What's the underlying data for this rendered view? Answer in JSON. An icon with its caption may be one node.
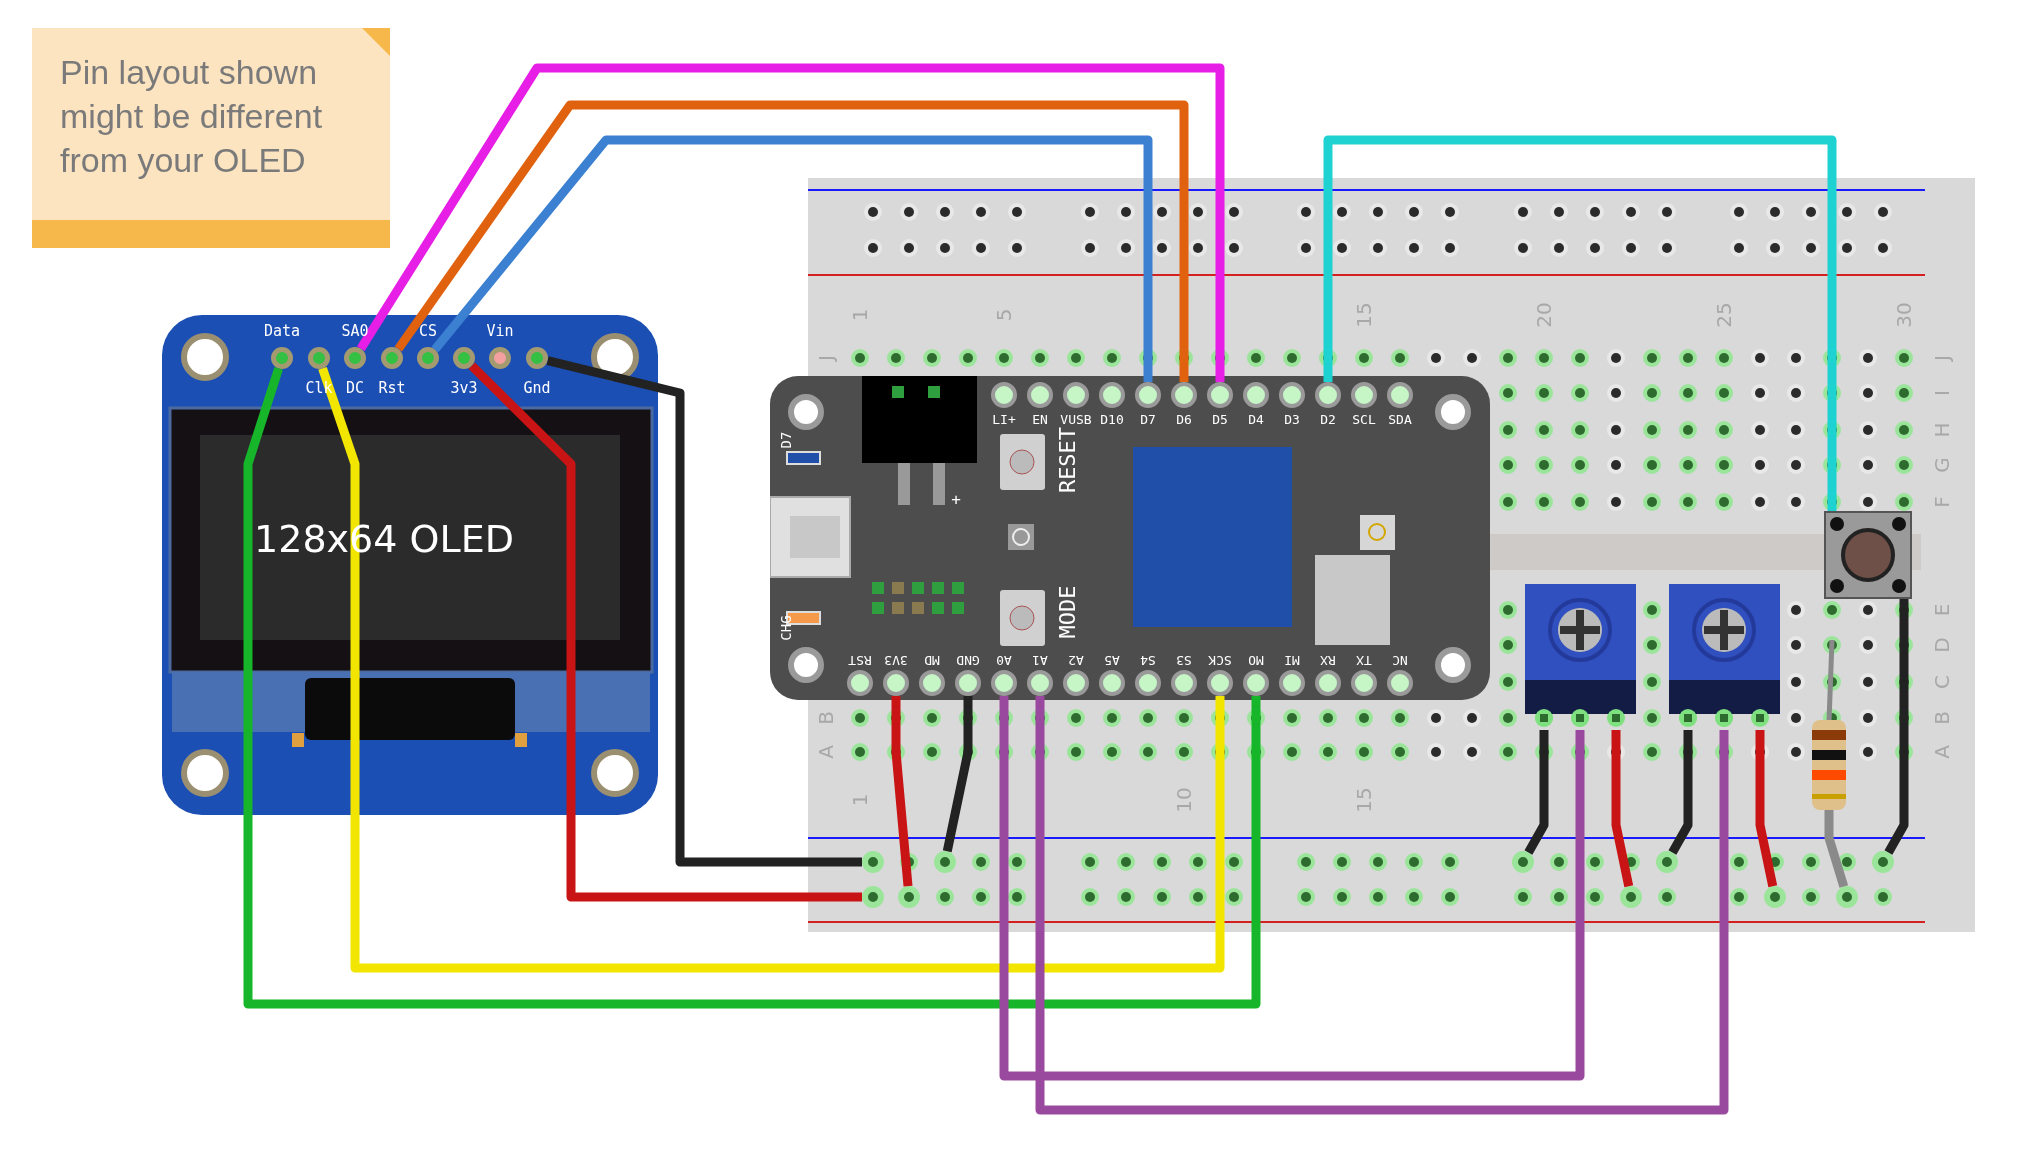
{
  "diagram": {
    "nodes": [
      {
        "text": [
          "Pin layout shown might be different from your OLED"
        ]
      },
      {
        "text": [
          "128x64 OLED"
        ]
      },
      {
        "text": [
          "Data"
        ],
        "in": 1
      },
      {
        "text": [
          "Clk"
        ],
        "in": 1
      },
      {
        "text": [
          "SA0",
          "DC"
        ],
        "in": 1
      },
      {
        "text": [
          "Rst"
        ],
        "in": 1
      },
      {
        "text": [
          "CS"
        ],
        "in": 1
      },
      {
        "text": [
          "3v3"
        ],
        "in": 1
      },
      {
        "text": [
          "Vin"
        ],
        "in": 1
      },
      {
        "text": [
          "Gnd"
        ],
        "in": 1
      },
      {
        "text": [
          "D7",
          "RESET",
          "+",
          "MODE",
          "CHG"
        ]
      },
      {
        "text": [
          "LI+"
        ],
        "in": 10
      },
      {
        "text": [
          "EN"
        ],
        "in": 10
      },
      {
        "text": [
          "VUSB"
        ],
        "in": 10
      },
      {
        "text": [
          "D10"
        ],
        "in": 10
      },
      {
        "text": [
          "D7"
        ],
        "in": 10
      },
      {
        "text": [
          "D6"
        ],
        "in": 10
      },
      {
        "text": [
          "D5"
        ],
        "in": 10
      },
      {
        "text": [
          "D4"
        ],
        "in": 10
      },
      {
        "text": [
          "D3"
        ],
        "in": 10
      },
      {
        "text": [
          "D2"
        ],
        "in": 10
      },
      {
        "text": [
          "SCL"
        ],
        "in": 10
      },
      {
        "text": [
          "SDA"
        ],
        "in": 10
      },
      {
        "text": [
          "RST"
        ],
        "in": 10
      },
      {
        "text": [
          "3V3"
        ],
        "in": 10
      },
      {
        "text": [
          "MD"
        ],
        "in": 10
      },
      {
        "text": [
          "GND"
        ],
        "in": 10
      },
      {
        "text": [
          "A0"
        ],
        "in": 10
      },
      {
        "text": [
          "A1"
        ],
        "in": 10
      },
      {
        "text": [
          "A2"
        ],
        "in": 10
      },
      {
        "text": [
          "A5"
        ],
        "in": 10
      },
      {
        "text": [
          "S4"
        ],
        "in": 10
      },
      {
        "text": [
          "S3"
        ],
        "in": 10
      },
      {
        "text": [
          "SCK"
        ],
        "in": 10
      },
      {
        "text": [
          "MO"
        ],
        "in": 10
      },
      {
        "text": [
          "MI"
        ],
        "in": 10
      },
      {
        "text": [
          "RX"
        ],
        "in": 10
      },
      {
        "text": [
          "TX"
        ],
        "in": 10
      },
      {
        "text": [
          "NC"
        ],
        "in": 10
      },
      {
        "text": [],
        "shape": "circle"
      },
      {
        "text": [],
        "shape": "circle"
      },
      {
        "text": [],
        "shape": "circle"
      },
      {
        "text": [],
        "shape": "circle"
      },
      {
        "text": [],
        "shape": "circle"
      },
      {
        "text": [],
        "shape": "circle"
      },
      {
        "text": [],
        "shape": "circle"
      },
      {
        "text": [],
        "shape": "circle"
      },
      {
        "text": [],
        "shape": "circle"
      },
      {
        "text": [],
        "shape": "circle"
      },
      {
        "text": [],
        "shape": "picture"
      },
      {
        "text": [],
        "shape": "picture"
      },
      {
        "text": [],
        "shape": "picture"
      },
      {
        "text": [],
        "shape": "picture"
      }
    ],
    "edges": [
      {
        "from": 4,
        "to": 17,
        "arrow": "none",
        "color": "#e61ee6"
      },
      {
        "from": 5,
        "to": 16,
        "arrow": "none",
        "color": "#e0620e"
      },
      {
        "from": 6,
        "to": 15,
        "arrow": "none",
        "color": "#3c80d2"
      },
      {
        "from": 2,
        "to": 34,
        "arrow": "none",
        "color": "#16b52a"
      },
      {
        "from": 3,
        "to": 33,
        "arrow": "none",
        "color": "#f2e600"
      },
      {
        "from": 7,
        "to": 44,
        "arrow": "none",
        "color": "#c81414"
      },
      {
        "from": 9,
        "to": 39,
        "arrow": "none",
        "color": "#222222"
      },
      {
        "from": 24,
        "to": 45,
        "arrow": "none",
        "color": "#c81414"
      },
      {
        "from": 26,
        "to": 40,
        "arrow": "none",
        "color": "#222222"
      },
      {
        "from": 27,
        "to": 49,
        "arrow": "none",
        "color": "#9a4a9e"
      },
      {
        "from": 28,
        "to": 50,
        "arrow": "none",
        "color": "#9a4a9e"
      },
      {
        "from": 49,
        "to": 41,
        "arrow": "none",
        "color": "#222222"
      },
      {
        "from": 49,
        "to": 46,
        "arrow": "none",
        "color": "#c81414"
      },
      {
        "from": 50,
        "to": 42,
        "arrow": "none",
        "color": "#222222"
      },
      {
        "from": 50,
        "to": 47,
        "arrow": "none",
        "color": "#c81414"
      },
      {
        "from": 20,
        "to": 51,
        "arrow": "none",
        "color": "#1ed2d2"
      },
      {
        "from": 51,
        "to": 43,
        "arrow": "none",
        "color": "#222222"
      },
      {
        "from": 52,
        "to": 48,
        "arrow": "none",
        "color": "#8a8a8a"
      }
    ],
    "labels": [
      "1",
      "5",
      "15",
      "20",
      "25",
      "30",
      "J",
      "J",
      "I",
      "H",
      "G",
      "F",
      "E",
      "D",
      "C",
      "B",
      "A",
      "B",
      "A",
      "1",
      "10",
      "15"
    ]
  }
}
